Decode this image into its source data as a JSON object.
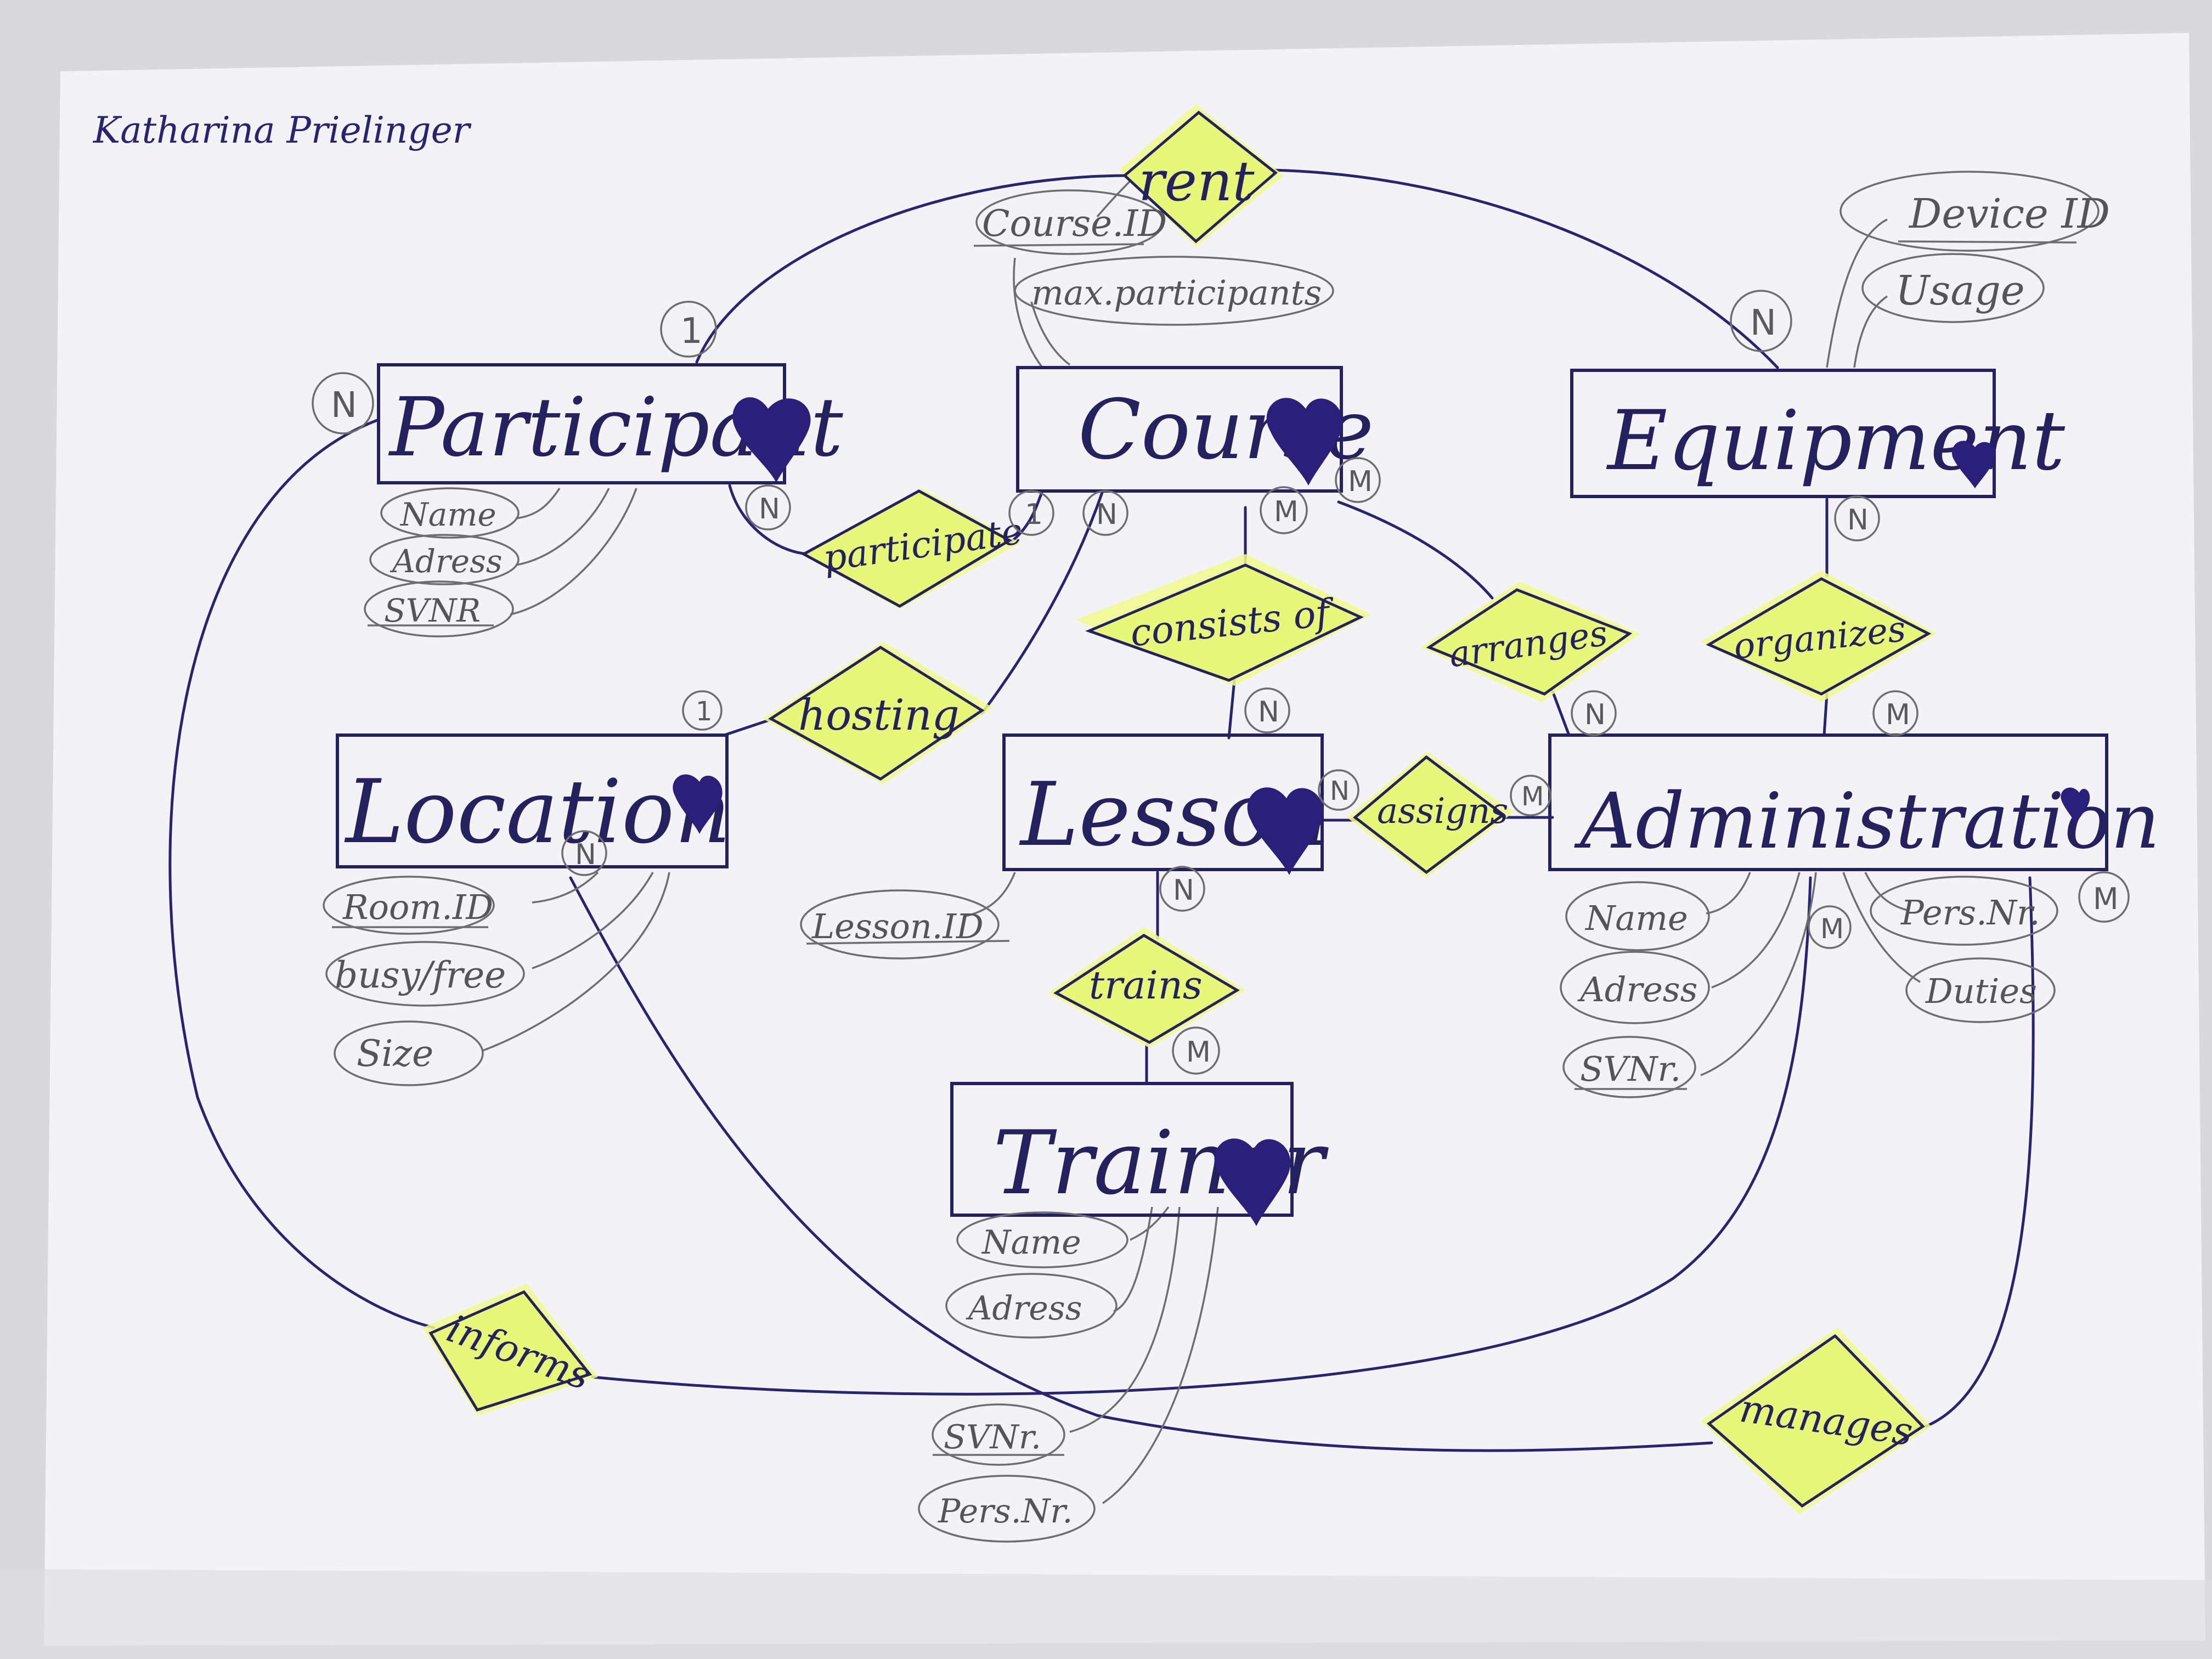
{
  "signature": "Katharina Prielinger",
  "entities": {
    "participant": "Participant",
    "course": "Course",
    "equipment": "Equipment",
    "location": "Location",
    "lesson": "Lesson",
    "administration": "Administration",
    "trainer": "Trainer"
  },
  "relationships": {
    "rent": "rent",
    "participate": "participate",
    "consists_of": "consists of",
    "arranges": "arranges",
    "organizes": "organizes",
    "hosting": "hosting",
    "assigns": "assigns",
    "trains": "trains",
    "informs": "informs",
    "manages": "manages"
  },
  "attributes": {
    "course_id": "Course.ID",
    "max_participants": "max.participants",
    "device_id": "Device ID",
    "usage": "Usage",
    "participant_name": "Name",
    "participant_address": "Adress",
    "participant_svnr": "SVNR",
    "room_id": "Room.ID",
    "busy_free": "busy/free",
    "size": "Size",
    "lesson_id": "Lesson.ID",
    "admin_name": "Name",
    "admin_address": "Adress",
    "admin_svnr": "SVNr.",
    "admin_persnr": "Pers.Nr.",
    "admin_duties": "Duties",
    "trainer_name": "Name",
    "trainer_address": "Adress",
    "trainer_svnr": "SVNr.",
    "trainer_persnr": "Pers.Nr."
  },
  "cardinalities": {
    "rent_participant": "1",
    "rent_equipment": "N",
    "participant_informs": "N",
    "participant_participate": "N",
    "course_participate": "1",
    "course_hosting": "N",
    "course_consists": "M",
    "course_arranges": "M",
    "equipment_organizes": "N",
    "location_hosting": "1",
    "location_manages": "N",
    "lesson_consists": "N",
    "lesson_assigns": "N",
    "lesson_trains": "N",
    "admin_assigns": "M",
    "admin_arranges": "N",
    "admin_organizes": "M",
    "admin_informs": "M",
    "admin_manages": "M",
    "trainer_trains": "M"
  },
  "colors": {
    "ink": "#25205e",
    "highlight": "#e6f77a",
    "pencil": "#6e6e72",
    "paper": "#f4f3f6"
  }
}
